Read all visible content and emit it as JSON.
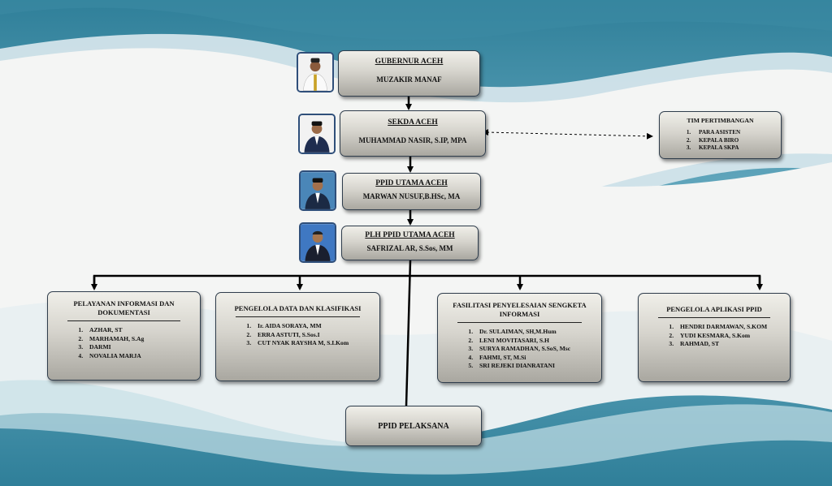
{
  "chain": [
    {
      "title": "GUBERNUR ACEH",
      "name": "MUZAKIR MANAF"
    },
    {
      "title": "SEKDA ACEH",
      "name": "MUHAMMAD NASIR, S.IP, MPA"
    },
    {
      "title": "PPID UTAMA ACEH",
      "name": "MARWAN NUSUF,B.HSc, MA"
    },
    {
      "title": "PLH PPID UTAMA ACEH",
      "name": "SAFRIZAL AR, S.Sos, MM"
    }
  ],
  "tim": {
    "title": "TIM PERTIMBANGAN",
    "members": [
      "PARA ASISTEN",
      "KEPALA BIRO",
      "KEPALA SKPA"
    ]
  },
  "units": [
    {
      "title": "PELAYANAN INFORMASI DAN DOKUMENTASI",
      "members": [
        "AZHAR, ST",
        "MARHAMAH, S.Ag",
        "DARMI",
        "NOVALIA MARJA"
      ]
    },
    {
      "title": "PENGELOLA DATA DAN KLASIFIKASI",
      "members": [
        "Ir. AIDA SORAYA, MM",
        "ERRA ASTUTI, S.Sos.I",
        "CUT NYAK RAYSHA M, S.I.Kom"
      ]
    },
    {
      "title": "FASILITASI PENYELESAIAN SENGKETA INFORMASI",
      "members": [
        "Dr. SULAIMAN, SH,M.Hum",
        "LENI MOVITASARI, S.H",
        "SURYA RAMADHAN, S.SoS, Msc",
        "FAHMI, ST, M.Si",
        "SRI REJEKI DIANRATANI"
      ]
    },
    {
      "title": "PENGELOLA APLIKASI PPID",
      "members": [
        "HENDRI DARMAWAN, S.KOM",
        "YUDI KESMARA, S.Kom",
        "RAHMAD, ST"
      ]
    }
  ],
  "pelaksana": {
    "title": "PPID PELAKSANA"
  },
  "colors": {
    "sea_dark": "#3f8fa7",
    "sea_light": "#8cc2d2",
    "foam": "#f3f4f3",
    "box_border": "#2f3d4c",
    "photo_border": "#2f4f7a"
  }
}
